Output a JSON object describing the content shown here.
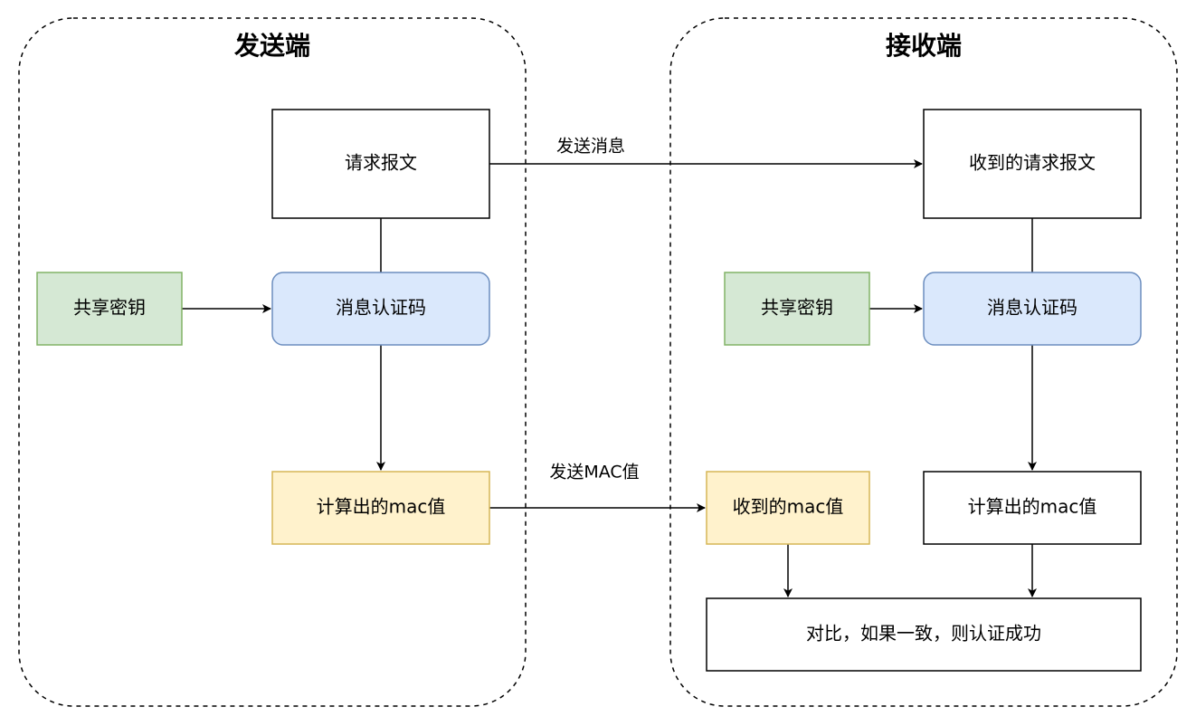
{
  "colors": {
    "plain_fill": "#ffffff",
    "plain_stroke": "#000000",
    "key_fill": "#d5e8d4",
    "key_stroke": "#82b366",
    "mac_fill": "#dae8fc",
    "mac_stroke": "#6c8ebf",
    "value_fill": "#fff2cc",
    "value_stroke": "#d6b656"
  },
  "groups": {
    "sender": {
      "title": "发送端"
    },
    "receiver": {
      "title": "接收端"
    }
  },
  "sender": {
    "request_message": "请求报文",
    "shared_key": "共享密钥",
    "mac": "消息认证码",
    "computed_mac": "计算出的mac值"
  },
  "receiver": {
    "received_request": "收到的请求报文",
    "shared_key": "共享密钥",
    "mac": "消息认证码",
    "received_mac": "收到的mac值",
    "computed_mac": "计算出的mac值",
    "compare": "对比，如果一致，则认证成功"
  },
  "edges": {
    "send_message": "发送消息",
    "send_mac": "发送MAC值"
  }
}
